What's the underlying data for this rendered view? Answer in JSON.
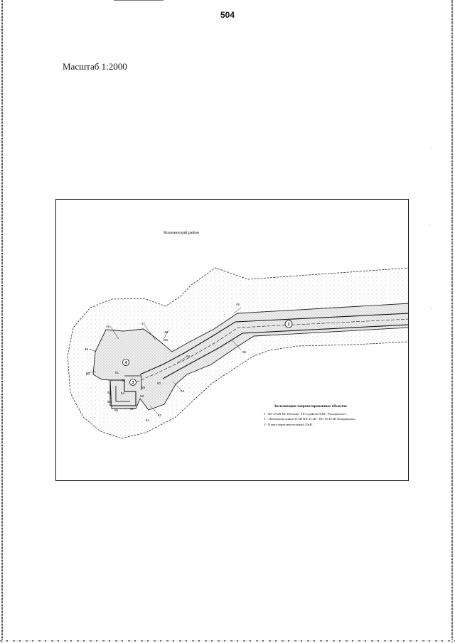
{
  "page": {
    "number": "504",
    "scale": "Масштаб 1:2000"
  },
  "map": {
    "district_label": "Кольчинский район",
    "point_labels": [
      "45",
      "46",
      "47",
      "48",
      "49",
      "50",
      "51",
      "52",
      "53",
      "54",
      "55",
      "56",
      "57",
      "58",
      "59",
      "60",
      "61",
      "62",
      "63",
      "64",
      "65",
      "66"
    ],
    "object_markers": [
      "2",
      "3",
      "4"
    ],
    "legend": {
      "title": "Экспликация запроектированных объектов",
      "items": [
        "2 - ВЛ 35 кВ ПС Невская - ПС в районе ЦПС \"Кондинское\";",
        "3 - «Кабельная линия 35 кВ ПП 35 кВ - ПС 35/10 кВ Кондинская»;",
        "4 - Пункт переключательный 35кВ."
      ]
    }
  }
}
